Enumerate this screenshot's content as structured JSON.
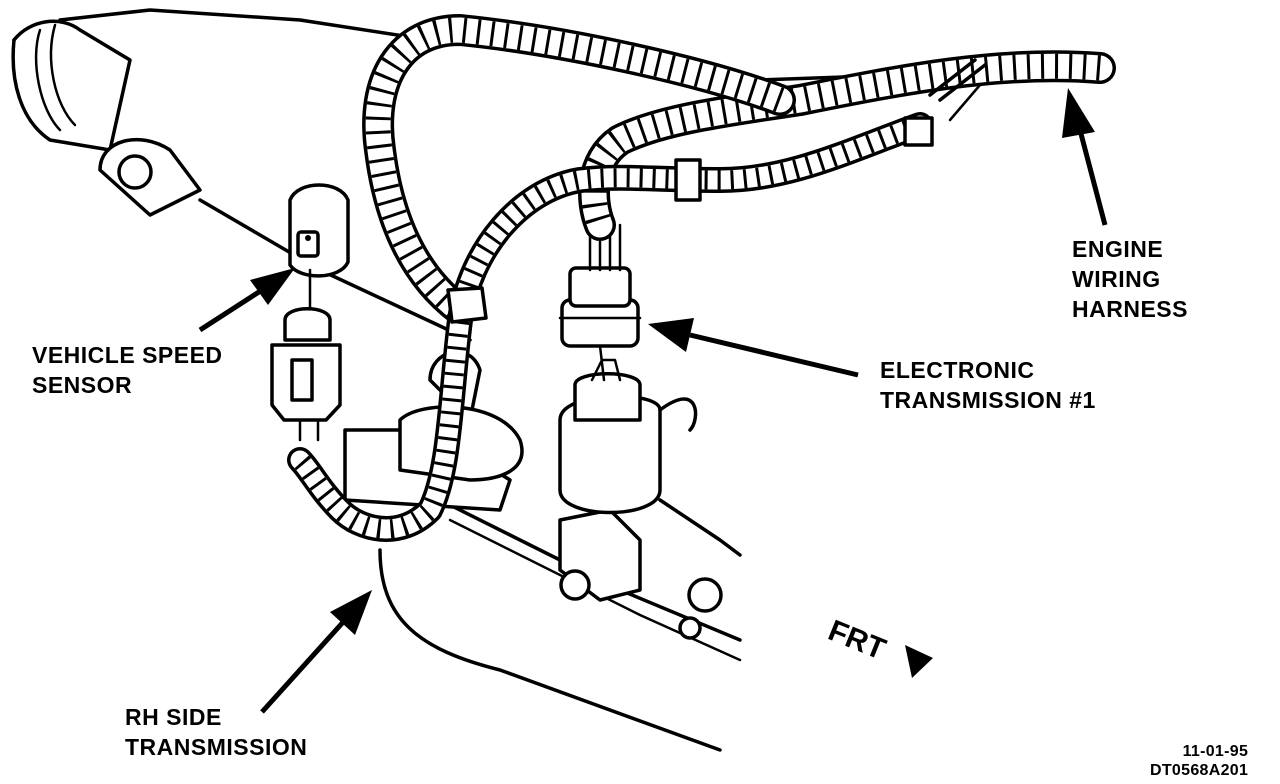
{
  "labels": {
    "vehicle_speed_sensor": [
      "VEHICLE SPEED",
      "SENSOR"
    ],
    "engine_wiring_harness": [
      "ENGINE",
      "WIRING",
      "HARNESS"
    ],
    "electronic_transmission": [
      "ELECTRONIC",
      "TRANSMISSION #1"
    ],
    "rh_side_transmission": [
      "RH SIDE",
      "TRANSMISSION"
    ],
    "front_indicator": "FRT"
  },
  "footer": {
    "date": "11-01-95",
    "figure_code": "DT0568A201"
  }
}
